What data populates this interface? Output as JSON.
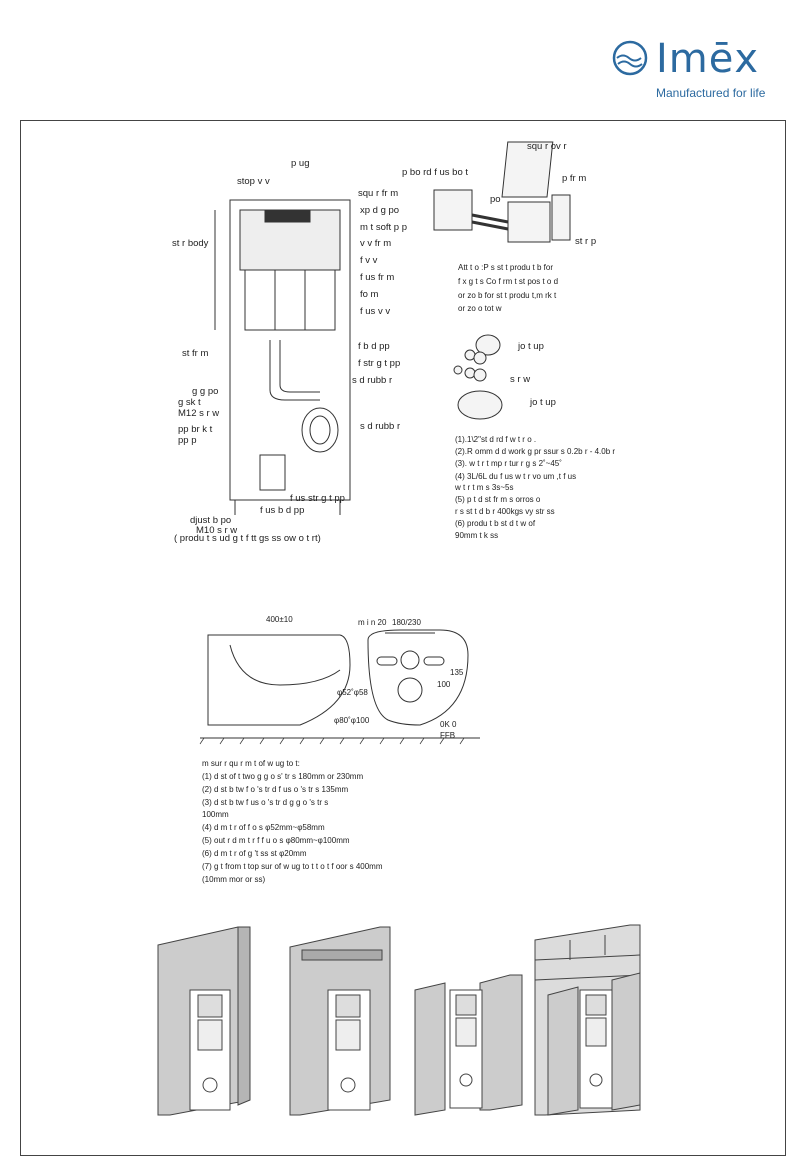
{
  "brand": {
    "name": "Imēx",
    "tagline": "Manufactured for life"
  },
  "frame_labels": [
    "p ug",
    "stop v v",
    "p    bo rd  f us bo t",
    "squ r  fr m",
    "xp   d  g po",
    "m  t  soft p p",
    "st r  body",
    "v  v  fr m",
    "f  v  v",
    "f us  fr m",
    "fo m",
    "f us  v  v",
    "st   fr m",
    "f   b  d pp",
    "f   str  g t pp",
    "s     d rubb  r",
    "g  g po",
    "g sk t",
    "M12 s r w",
    "pp  br  k t",
    "pp    p",
    "s     d rubb  r",
    "f us  str  g t pp",
    "f us  b  d pp",
    "djust b  po",
    "M10 s r w",
    "(     produ t s     ud  g  t   f tt gs  ss ow  o  t          rt)"
  ],
  "flush_parts": {
    "labels": [
      "squ  r    ov  r",
      "p       fr m",
      "po",
      "st  r p"
    ]
  },
  "attention": [
    "Att   t o  :P s   st   t    produ t b  for",
    "f x  g t   s Co f rm t      st  pos t o     d",
    " or zo  b  for     st    t    produ  t,m rk t",
    " or zo o tot    w"
  ],
  "connectors": {
    "labels": [
      "jo  t up",
      "s r w",
      "jo  t up"
    ]
  },
  "specs": [
    "(1).1\\2\"st    d rd f  w t r  o   .",
    "(2).R   omm   d d work  g pr ssur   s 0.2b  r - 4.0b  r",
    "(3).        w  t r t mp r tur  r  g   s 2˚~45˚",
    "(4) 3L/6L du    f us   w t r vo um  ,t      f us",
    "       w t r t m   s 3s~5s",
    "(5)       p   t d st      fr m   s  orros o",
    "     r s st   t    d     b  r 400kgs       vy str ss",
    "(6)        produ t       b     st     d   t   w    of",
    "      90mm t   k  ss"
  ],
  "dimensions": {
    "top": "400±10",
    "width_spacing": "180/230",
    "min": "m i n 20",
    "d1": "φ52˚φ58",
    "d2": "φ80˚φ100",
    "h1": "100",
    "h2": "135",
    "ok": "0K   0",
    "ffb": "FFB"
  },
  "measurements": [
    "     m    sur  r qu r m   t of w     ug to   t:",
    "(1)          d st      of t   two     g  g o  s'     tr  s 180mm or 230mm",
    "(2)          d st      b tw     f    o  's     tr     d f us     o  's     tr  s 135mm",
    "(3)          d st      b tw     f us     o  's     tr     d     g  g o  's     tr  s",
    "     100mm",
    "(4)          d  m t r of f     o   s φ52mm~φ58mm",
    "(5)          out r d  m t r  f f u     o   s φ80mm~φ100mm",
    "(6)          d  m t r of        g           't  ss  st     φ20mm",
    "(7)               g t from t   top sur      of  w     ug to   t  t o t   f oor  s 400mm",
    "     (10mm mor  or   ss)"
  ]
}
